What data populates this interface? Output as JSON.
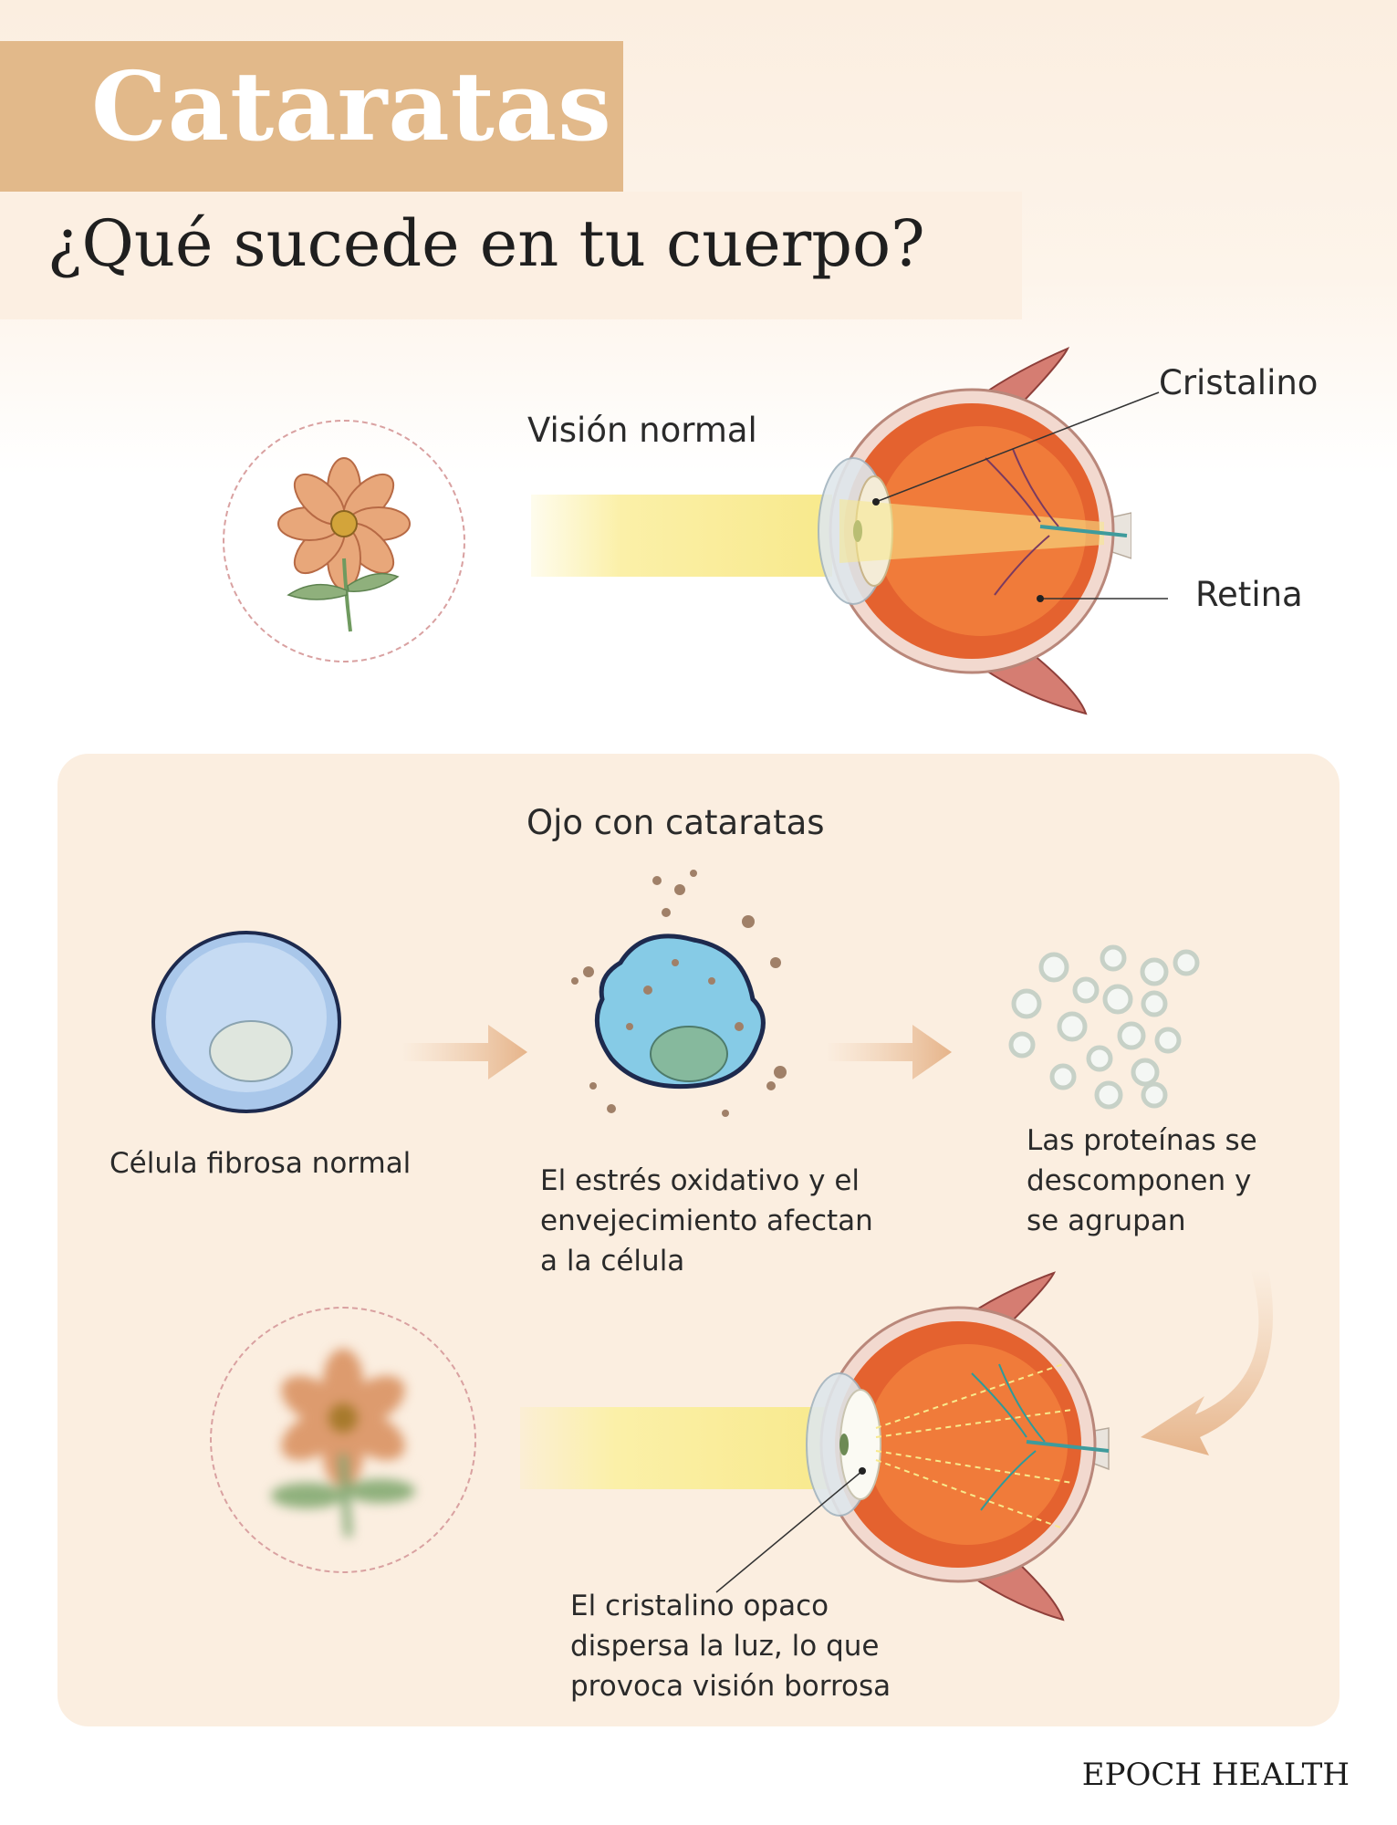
{
  "header": {
    "title": "Cataratas",
    "subtitle": "¿Qué sucede en tu cuerpo?"
  },
  "normal": {
    "heading": "Visión normal",
    "label_lens": "Cristalino",
    "label_retina": "Retina"
  },
  "cataract": {
    "heading": "Ojo con cataratas",
    "step1": "Célula fibrosa normal",
    "step2": [
      "El estrés oxidativo y el",
      "envejecimiento afectan",
      "a la célula"
    ],
    "step3": [
      "Las proteínas se",
      "descomponen y",
      "se agrupan"
    ],
    "result": [
      "El cristalino opaco",
      "dispersa la luz, lo que",
      "provoca visión borrosa"
    ]
  },
  "brand": "EPOCH HEALTH",
  "colors": {
    "title_band": "#e2b98a",
    "panel_bg": "#fbeee0",
    "arrow": "#ebc3a0",
    "light_beam": "#fbf0a8"
  }
}
